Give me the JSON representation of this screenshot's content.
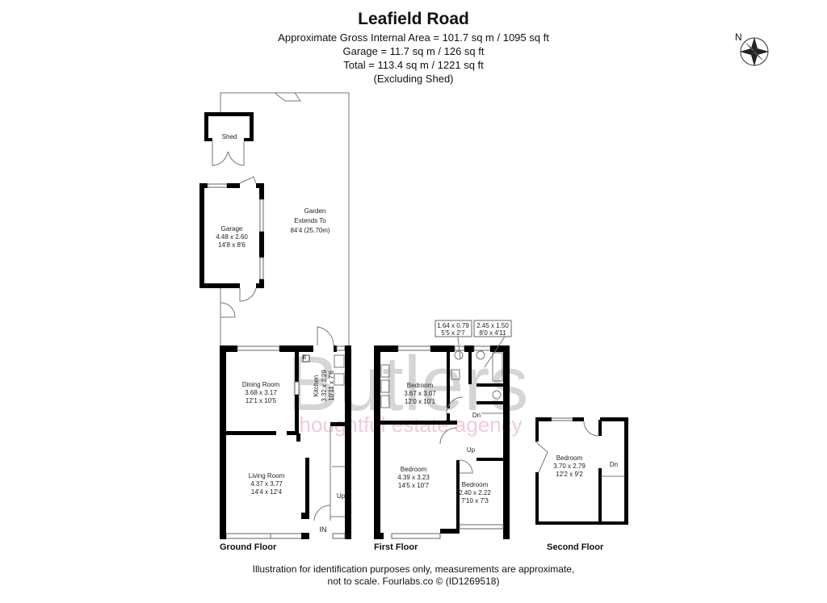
{
  "header": {
    "title": "Leafield Road",
    "lines": [
      "Approximate Gross Internal Area = 101.7 sq m / 1095 sq ft",
      "Garage = 11.7 sq m / 126 sq ft",
      "Total = 113.4 sq m / 1221 sq ft",
      "(Excluding Shed)"
    ]
  },
  "compass": {
    "label": "N",
    "icon": "compass-rose-icon"
  },
  "watermark": {
    "brand": "Butlers",
    "tagline": "thoughtful estate agency",
    "brand_color": "#c8c8c8",
    "tagline_color": "#f2c6d0"
  },
  "outbuildings": {
    "shed": {
      "name": "Shed"
    },
    "garage": {
      "name": "Garage",
      "metric": "4.48 x 2.60",
      "imperial": "14'8 x 8'6"
    },
    "garden": {
      "line1": "Garden",
      "line2": "Extends To",
      "line3": "84'4 (25.70m)"
    }
  },
  "ground_floor": {
    "label": "Ground Floor",
    "dining": {
      "name": "Dining Room",
      "metric": "3.68 x 3.17",
      "imperial": "12'1 x 10'5"
    },
    "kitchen": {
      "name": "Kitchen",
      "metric": "3.32 x 2.29",
      "imperial": "10'11 x 7'6"
    },
    "living": {
      "name": "Living Room",
      "metric": "4.37 x 3.77",
      "imperial": "14'4 x 12'4"
    },
    "up": "Up",
    "in": "IN",
    "boiler": "B"
  },
  "first_floor": {
    "label": "First Floor",
    "wc_box": {
      "metric": "1.64 x 0.79",
      "imperial": "5'5 x 2'7"
    },
    "bath_box": {
      "metric": "2.45 x 1.50",
      "imperial": "8'0 x 4'11"
    },
    "bedroom1": {
      "name": "Bedroom",
      "metric": "3.67 x 3.07",
      "imperial": "12'0 x 10'1"
    },
    "bedroom2": {
      "name": "Bedroom",
      "metric": "4.39 x 3.23",
      "imperial": "14'5 x 10'7"
    },
    "bedroom3": {
      "name": "Bedroom",
      "metric": "2.40 x 2.22",
      "imperial": "7'10 x 7'3"
    },
    "dn": "Dn",
    "up": "Up"
  },
  "second_floor": {
    "label": "Second Floor",
    "bedroom": {
      "name": "Bedroom",
      "metric": "3.70 x 2.79",
      "imperial": "12'2 x 9'2"
    },
    "dn": "Dn"
  },
  "footer": {
    "line1": "Illustration for identification purposes only, measurements are approximate,",
    "line2": "not to scale. Fourlabs.co © (ID1269518)"
  }
}
